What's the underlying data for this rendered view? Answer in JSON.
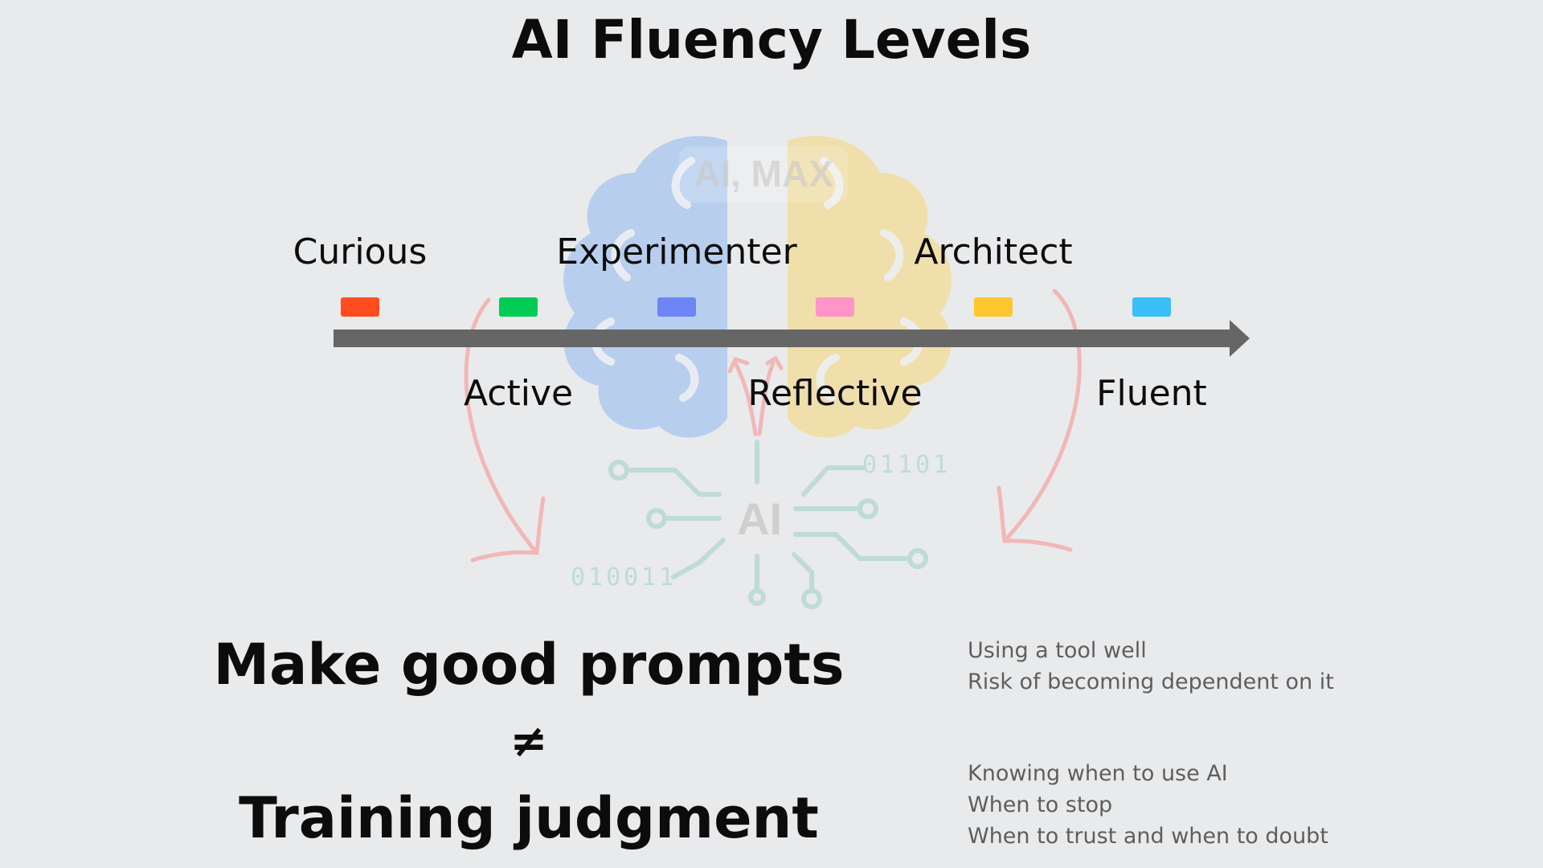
{
  "title": "AI Fluency Levels",
  "colors": {
    "background": "#e9eaec",
    "arrow": "#666666",
    "brain_left": "#b5cdef",
    "brain_right": "#f1dfa8",
    "curve_arrows": "#f1b7b7",
    "circuit": "#bedcd3"
  },
  "levels": [
    {
      "label": "Curious",
      "color": "#ff4d1f",
      "position": "above"
    },
    {
      "label": "Active",
      "color": "#00cc55",
      "position": "below"
    },
    {
      "label": "Experimenter",
      "color": "#6d85f5",
      "position": "above"
    },
    {
      "label": "Reflective",
      "color": "#ff94c8",
      "position": "below"
    },
    {
      "label": "Architect",
      "color": "#fdc82f",
      "position": "above"
    },
    {
      "label": "Fluent",
      "color": "#39c0f7",
      "position": "below"
    }
  ],
  "illustration": {
    "brain_watermark": "AI, MAX",
    "circuit_label": "AI",
    "binary_right": "01101",
    "binary_left": "010011"
  },
  "slogan": {
    "line1": "Make good prompts",
    "symbol": "≠",
    "line2": "Training judgment"
  },
  "notes": [
    {
      "lines": [
        "Using a tool well",
        "Risk of becoming dependent on it"
      ]
    },
    {
      "lines": [
        "Knowing when to use AI",
        "When to stop",
        "When to trust and when to doubt"
      ]
    }
  ]
}
